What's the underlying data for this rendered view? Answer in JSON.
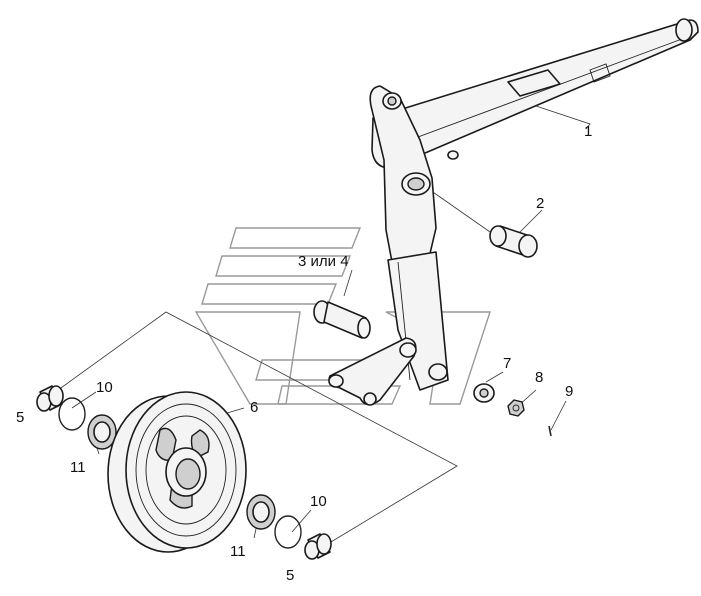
{
  "callouts": {
    "c1": "1",
    "c2": "2",
    "c3": "3 или 4",
    "c5a": "5",
    "c5b": "5",
    "c6": "6",
    "c7": "7",
    "c8": "8",
    "c9": "9",
    "c10a": "10",
    "c10b": "10",
    "c11a": "11",
    "c11b": "11"
  }
}
